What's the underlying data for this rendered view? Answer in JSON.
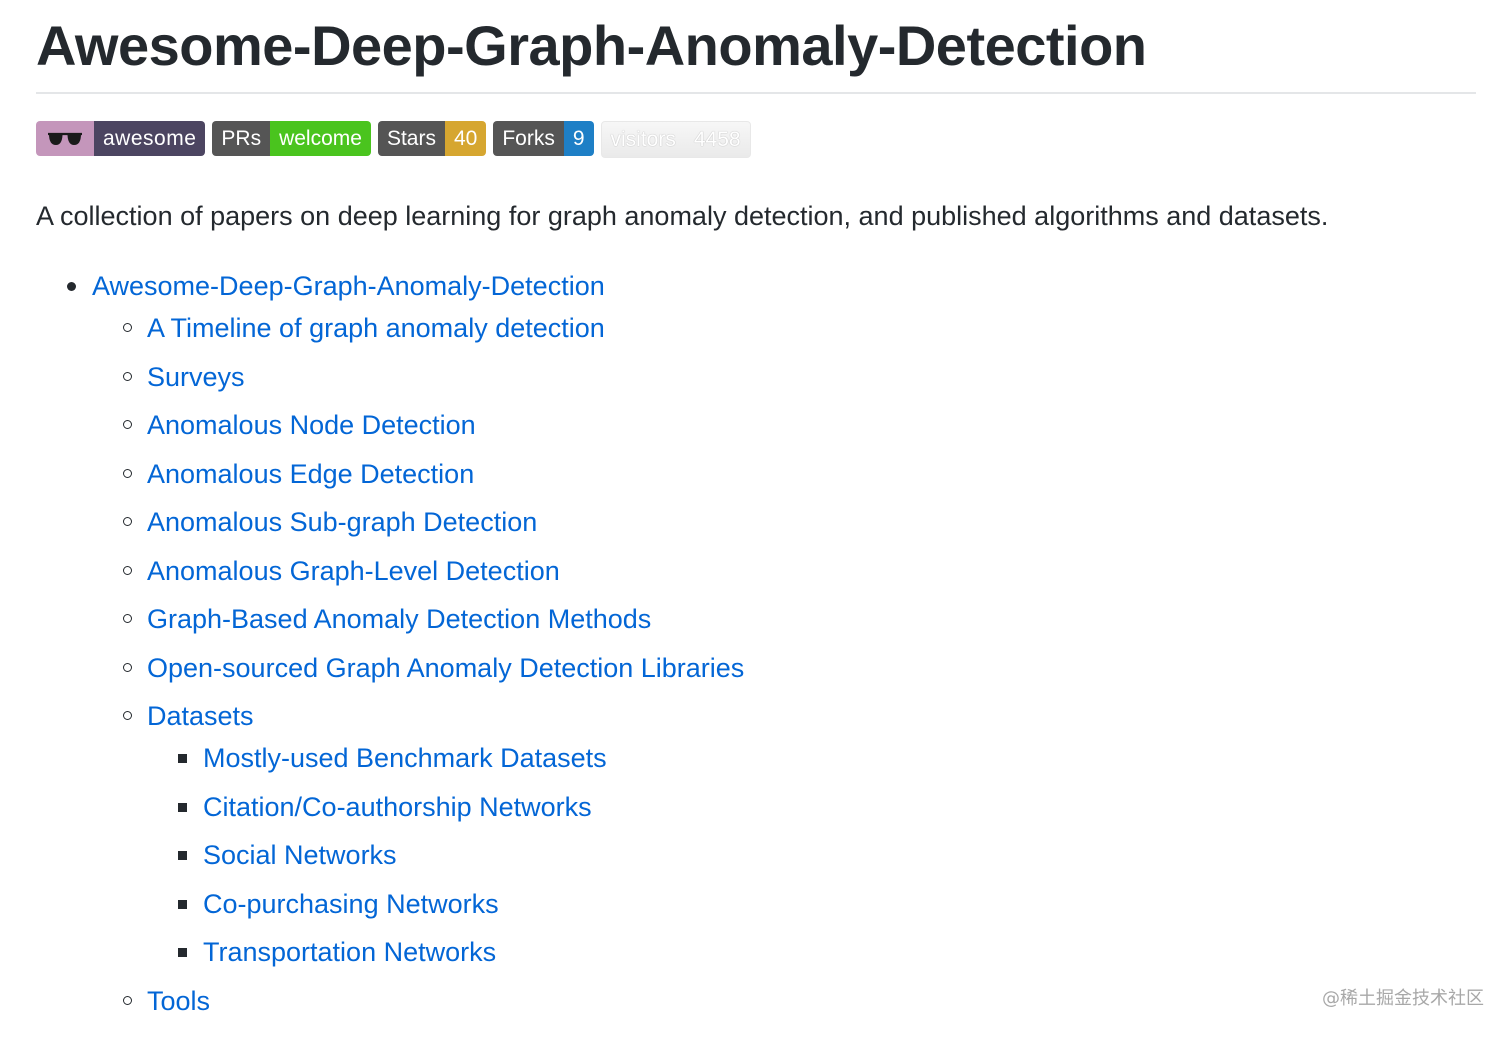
{
  "title": "Awesome-Deep-Graph-Anomaly-Detection",
  "badges": {
    "awesome": {
      "icon": "sunglasses-icon",
      "label": "awesome"
    },
    "prs": {
      "label": "PRs",
      "value": "welcome"
    },
    "stars": {
      "label": "Stars",
      "value": "40"
    },
    "forks": {
      "label": "Forks",
      "value": "9"
    },
    "visitors": {
      "label": "visitors",
      "value": "4458"
    }
  },
  "description": "A collection of papers on deep learning for graph anomaly detection, and published algorithms and datasets.",
  "toc": {
    "root": "Awesome-Deep-Graph-Anomaly-Detection",
    "items": [
      "A Timeline of graph anomaly detection",
      "Surveys",
      "Anomalous Node Detection",
      "Anomalous Edge Detection",
      "Anomalous Sub-graph Detection",
      "Anomalous Graph-Level Detection",
      "Graph-Based Anomaly Detection Methods",
      "Open-sourced Graph Anomaly Detection Libraries",
      "Datasets",
      "Tools"
    ],
    "datasets_children": [
      "Mostly-used Benchmark Datasets",
      "Citation/Co-authorship Networks",
      "Social Networks",
      "Co-purchasing Networks",
      "Transportation Networks"
    ]
  },
  "watermark": "@稀土掘金技术社区",
  "colors": {
    "link": "#0366d6",
    "text": "#24292e",
    "badge_gray": "#555555",
    "badge_green": "#4ac41e",
    "badge_gold": "#d6a630",
    "badge_blue": "#1e7fc6",
    "badge_purple": "#4c4561",
    "badge_pink": "#c496bb"
  }
}
